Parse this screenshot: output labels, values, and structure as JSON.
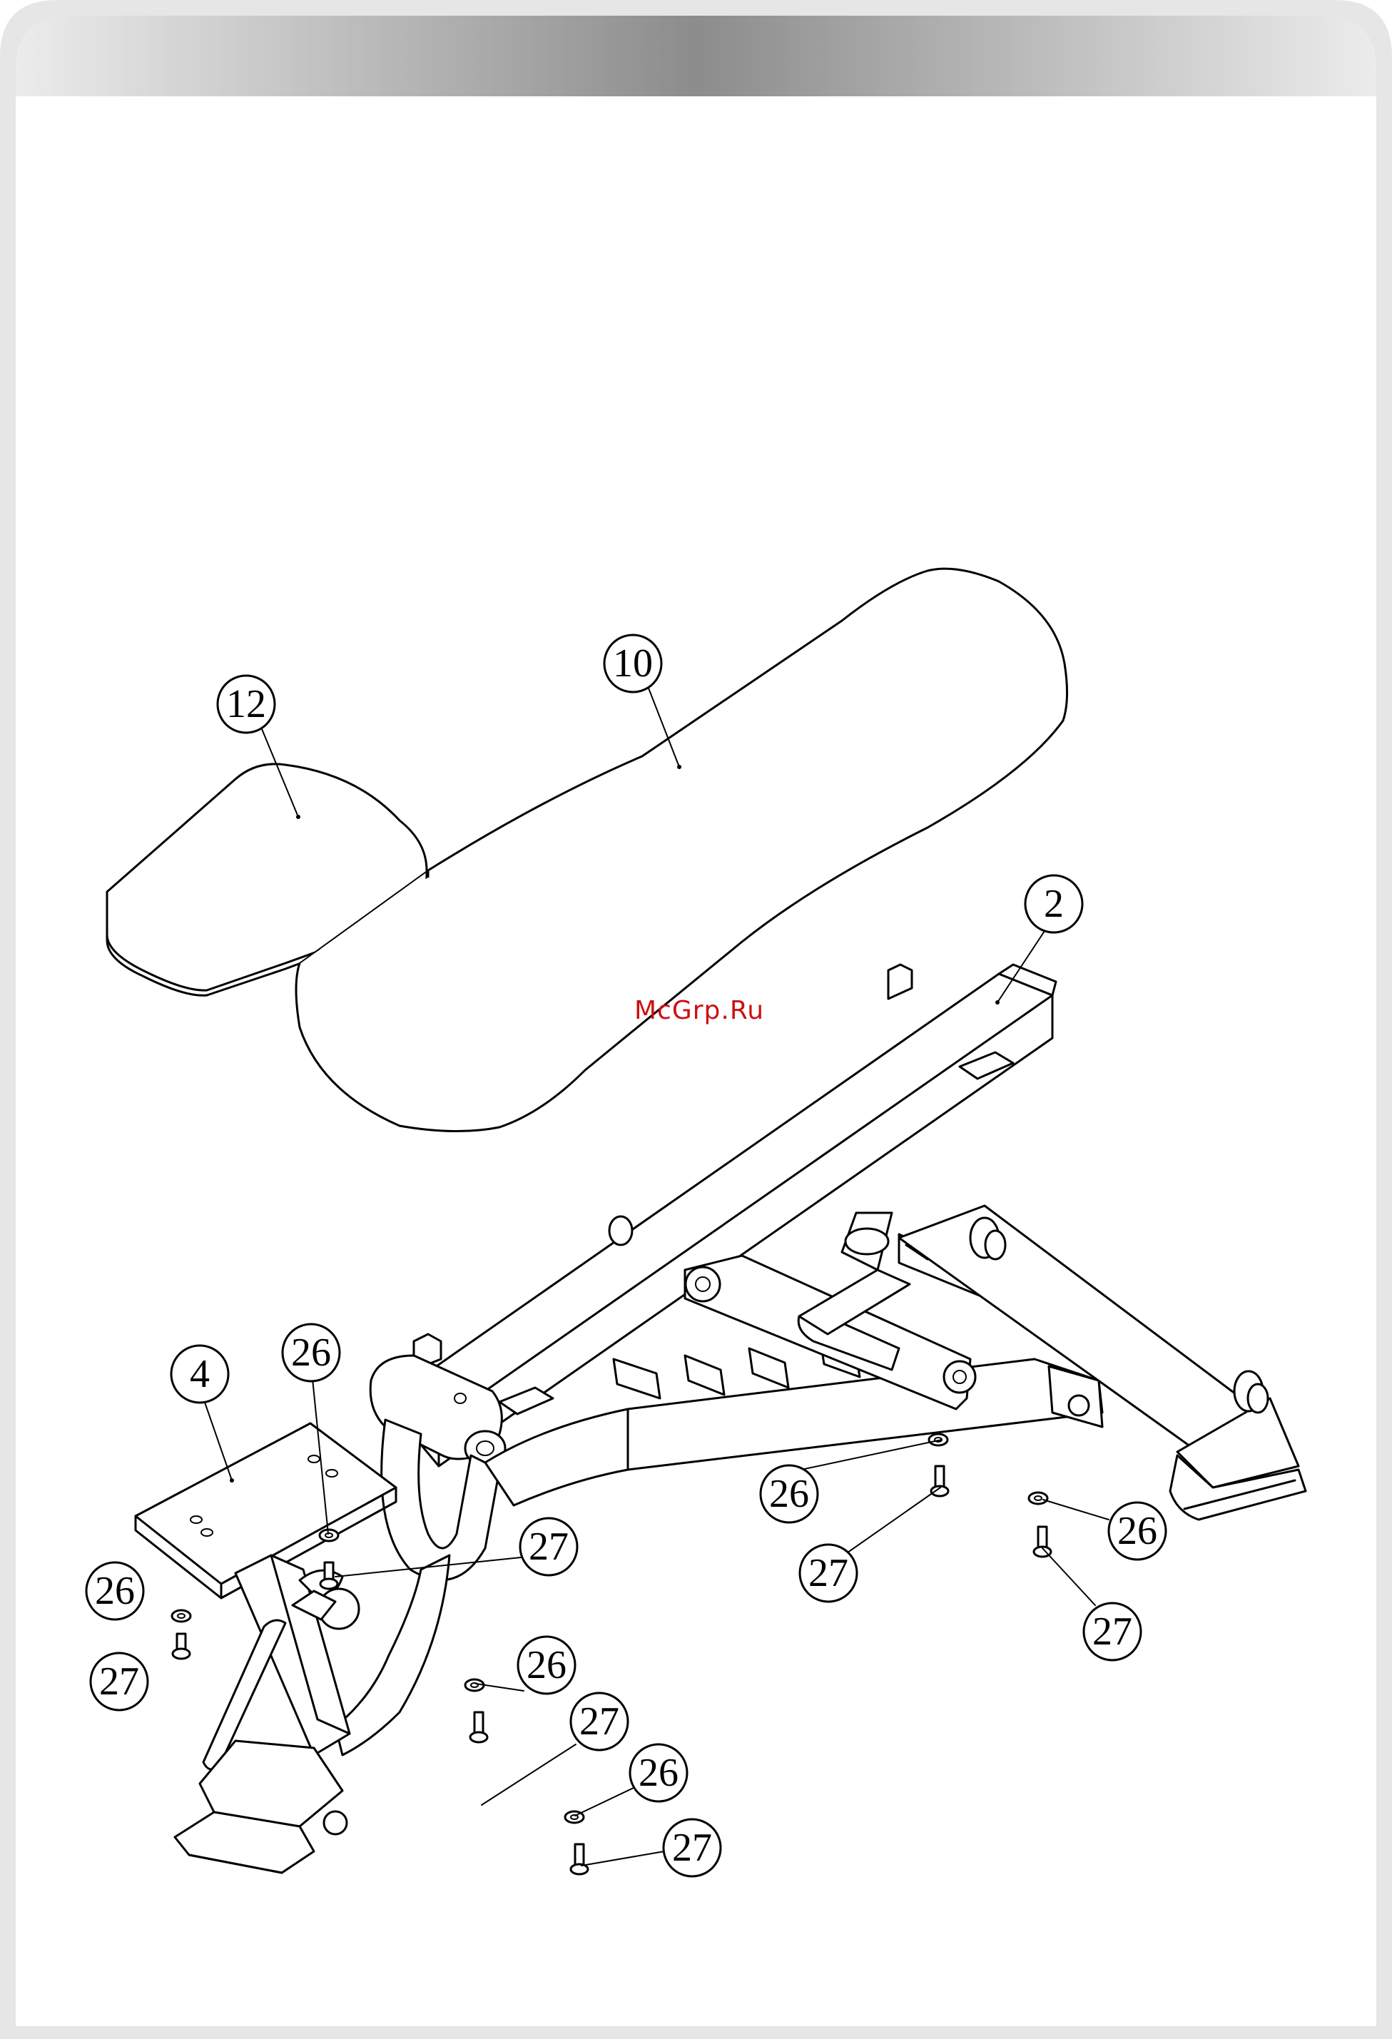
{
  "diagram": {
    "watermark": "McGrp.Ru",
    "watermark_color": "#cc1111",
    "border_color": "#e6e6e6",
    "header_gradient": [
      "#ececec",
      "#8c8c8c",
      "#ececec"
    ],
    "callouts": [
      {
        "id": "c12",
        "label": "12"
      },
      {
        "id": "c10",
        "label": "10"
      },
      {
        "id": "c2",
        "label": "2"
      },
      {
        "id": "c4",
        "label": "4"
      },
      {
        "id": "c26a",
        "label": "26"
      },
      {
        "id": "c27a",
        "label": "27"
      },
      {
        "id": "c26b",
        "label": "26"
      },
      {
        "id": "c27b",
        "label": "27"
      },
      {
        "id": "c26c",
        "label": "26"
      },
      {
        "id": "c27c",
        "label": "27"
      },
      {
        "id": "c26d",
        "label": "26"
      },
      {
        "id": "c27d",
        "label": "27"
      },
      {
        "id": "c26e",
        "label": "26"
      },
      {
        "id": "c27e",
        "label": "27"
      },
      {
        "id": "c26f",
        "label": "26"
      },
      {
        "id": "c27f",
        "label": "27"
      }
    ]
  }
}
